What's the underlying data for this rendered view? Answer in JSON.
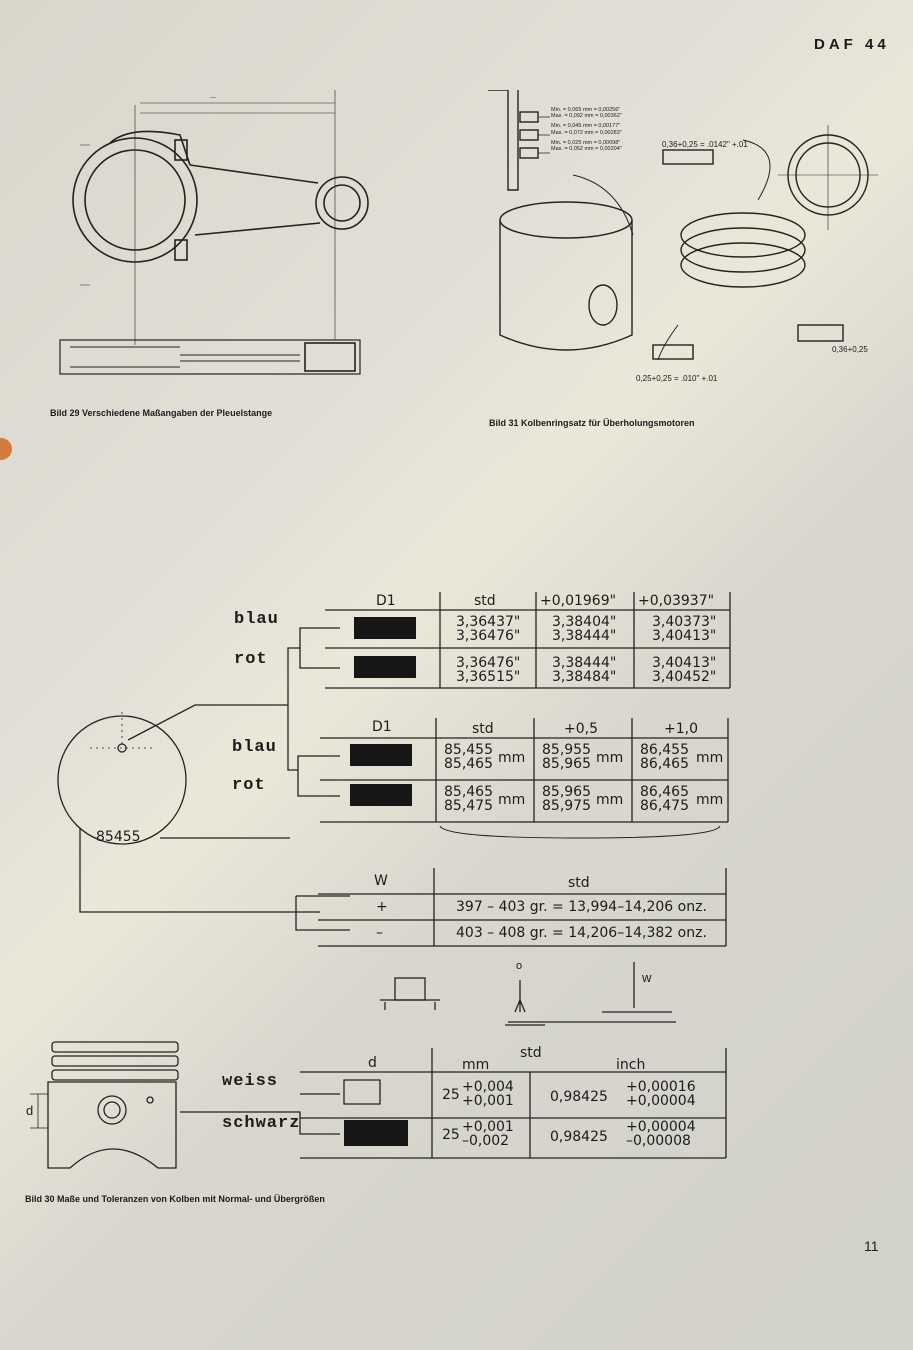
{
  "header": {
    "title": "DAF 44",
    "page_number": "11"
  },
  "figures": {
    "bild29": {
      "caption": "Bild 29  Verschiedene Maßangaben der Pleuelstange"
    },
    "bild31": {
      "caption": "Bild 31  Kolbenringsatz für Überholungsmotoren",
      "clearances": [
        "Min. = 0,065 mm = 0,00256\"",
        "Max. = 0,092 mm = 0,00362\"",
        "Min. = 0,045 mm = 0,00177\"",
        "Max. = 0,072 mm = 0,00283\"",
        "Min. = 0,025 mm = 0,00098\"",
        "Max. = 0,052 mm = 0,00204\""
      ],
      "gap_top": "0,36+0,25 = .0142\" +.01",
      "gap_side": "0,36+0,25",
      "gap_bottom": "0,25+0,25 = .010\" +.01"
    },
    "bild30": {
      "caption": "Bild 30  Maße und Toleranzen von Kolben mit Normal- und Übergrößen"
    }
  },
  "labels": {
    "blau": "blau",
    "rot": "rot",
    "weiss": "weiss",
    "schwarz": "schwarz",
    "piston_number": "85455",
    "d": "d",
    "o": "o",
    "w": "w"
  },
  "table_inch": {
    "headers": [
      "D1",
      "std",
      "+0,01969\"",
      "+0,03937\""
    ],
    "rows": [
      {
        "label": "blau",
        "std": [
          "3,36437\"",
          "3,36476\""
        ],
        "o1": [
          "3,38404\"",
          "3,38444\""
        ],
        "o2": [
          "3,40373\"",
          "3,40413\""
        ]
      },
      {
        "label": "rot",
        "std": [
          "3,36476\"",
          "3,36515\""
        ],
        "o1": [
          "3,38444\"",
          "3,38484\""
        ],
        "o2": [
          "3,40413\"",
          "3,40452\""
        ]
      }
    ]
  },
  "table_mm": {
    "headers": [
      "D1",
      "std",
      "+0,5",
      "+1,0"
    ],
    "unit": "mm",
    "rows": [
      {
        "label": "blau",
        "std": [
          "85,455",
          "85,465"
        ],
        "o1": [
          "85,955",
          "85,965"
        ],
        "o2": [
          "86,455",
          "86,465"
        ]
      },
      {
        "label": "rot",
        "std": [
          "85,465",
          "85,475"
        ],
        "o1": [
          "85,965",
          "85,975"
        ],
        "o2": [
          "86,465",
          "86,475"
        ]
      }
    ]
  },
  "table_weight": {
    "headers": [
      "W",
      "std"
    ],
    "rows": [
      {
        "sign": "+",
        "value": "397 – 403 gr. = 13,994–14,206 onz."
      },
      {
        "sign": "–",
        "value": "403 – 408 gr. = 14,206–14,382 onz."
      }
    ]
  },
  "table_pin": {
    "headers": {
      "d": "d",
      "std": "std",
      "mm": "mm",
      "inch": "inch"
    },
    "rows": [
      {
        "label": "weiss",
        "mm_base": "25",
        "mm_tol": [
          "+0,004",
          "+0,001"
        ],
        "inch_base": "0,98425",
        "inch_tol": [
          "+0,00016",
          "+0,00004"
        ]
      },
      {
        "label": "schwarz",
        "mm_base": "25",
        "mm_tol": [
          "+0,001",
          "–0,002"
        ],
        "inch_base": "0,98425",
        "inch_tol": [
          "+0,00004",
          "–0,00008"
        ]
      }
    ]
  }
}
